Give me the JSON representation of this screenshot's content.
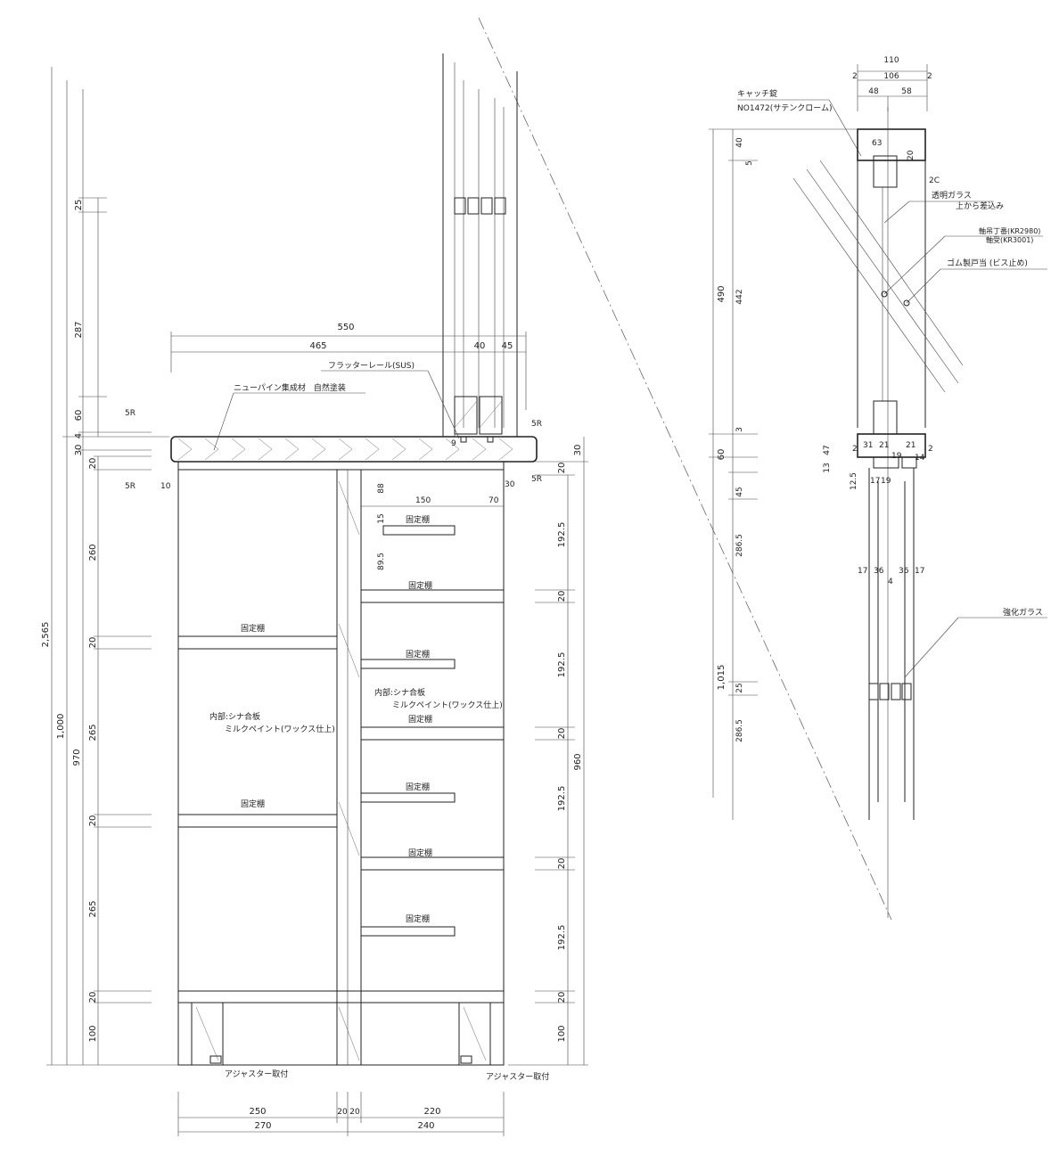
{
  "left_dims": {
    "overall": [
      "2,565",
      "1,000",
      "970"
    ],
    "sub": [
      "25",
      "287",
      "60",
      "4",
      "30",
      "20",
      "260",
      "20",
      "265",
      "20",
      "265",
      "20",
      "100"
    ]
  },
  "top_dims": [
    "550",
    "465",
    "40",
    "45"
  ],
  "labels": {
    "rail": "フラッターレール(SUS)",
    "top_material": "ニューパイン集成材　自然塗装",
    "radius": "5R",
    "shelf": "固定棚",
    "inner1": "内部:シナ合板",
    "inner2": "ミルクペイント(ワックス仕上)",
    "adjuster": "アジャスター取付"
  },
  "cab_dims": [
    "10",
    "30",
    "88",
    "150",
    "70",
    "15",
    "89.5",
    "9"
  ],
  "right_dims": [
    "30",
    "20",
    "192.5",
    "20",
    "192.5",
    "20",
    "192.5",
    "20",
    "192.5",
    "20",
    "100",
    "960"
  ],
  "bottom_dims": [
    "250",
    "20",
    "20",
    "220",
    "270",
    "240"
  ],
  "detail": {
    "top": [
      "110",
      "2",
      "106",
      "2",
      "48",
      "58"
    ],
    "catch_label": "キャッチ錠",
    "catch_model": "NO1472(サテンクローム)",
    "in_dims": [
      "63",
      "20"
    ],
    "chamfer": "2C",
    "glass": "透明ガラス",
    "glass_note": "上から差込み",
    "hinge": "軸吊丁番(KR2980)",
    "bearing": "軸受(KR3001)",
    "stopper": "ゴム製戸当 (ビス止め)",
    "tempered": "強化ガラス",
    "outer_dims": [
      "490",
      "60",
      "1,015"
    ],
    "inner_dims": [
      "40",
      "5",
      "442",
      "3",
      "45",
      "286.5",
      "25",
      "286.5"
    ],
    "rail_dims": [
      "47",
      "13",
      "12.5",
      "2",
      "31",
      "21",
      "21",
      "2",
      "19",
      "14",
      "17",
      "19",
      "17",
      "36",
      "36",
      "17",
      "4"
    ]
  }
}
